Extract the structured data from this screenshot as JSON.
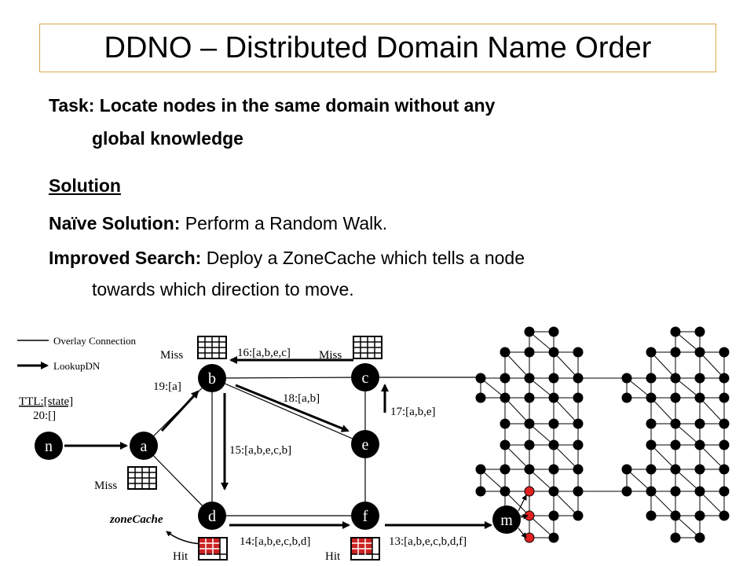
{
  "title": "DDNO – Distributed Domain Name Order",
  "task": {
    "label": "Task:",
    "line1": "Locate nodes in the same domain without any",
    "line2": "global knowledge"
  },
  "solution": {
    "heading": "Solution",
    "naive_label": "Naïve Solution:",
    "naive_text": "Perform a Random Walk.",
    "improved_label": "Improved Search:",
    "improved_line1": "Deploy a ZoneCache which tells a node",
    "improved_line2": "towards which direction to move."
  },
  "diagram": {
    "legend_overlay": "Overlay Connection",
    "legend_lookup": "LookupDN",
    "ttl_top": "TTL:[state]",
    "ttl_bottom": "20:[]",
    "nodes": {
      "n": "n",
      "a": "a",
      "b": "b",
      "c": "c",
      "d": "d",
      "e": "e",
      "f": "f",
      "m": "m"
    },
    "labels": {
      "l19": "19:[a]",
      "l16": "16:[a,b,e,c]",
      "l18": "18:[a,b]",
      "l17": "17:[a,b,e]",
      "l15": "15:[a,b,e,c,b]",
      "l14": "14:[a,b,e,c,b,d]",
      "l13": "13:[a,b,e,c,b,d,f]"
    },
    "miss": "Miss",
    "hit": "Hit",
    "zonecache": "zoneCache",
    "colors": {
      "hit": "#cc2222",
      "red_node": "#e0211f",
      "black": "#000000"
    }
  }
}
